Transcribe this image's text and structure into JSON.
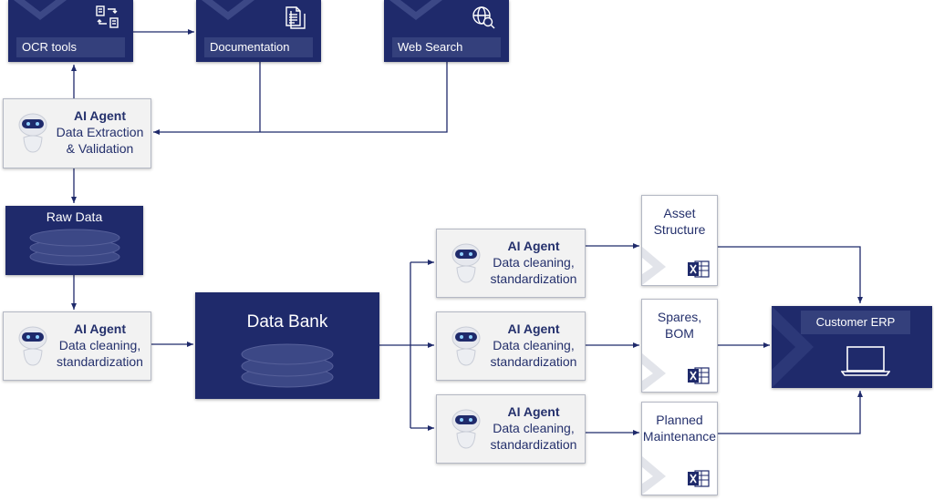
{
  "tools": {
    "ocr": {
      "label": "OCR tools",
      "icon": "document-compare-icon"
    },
    "documentation": {
      "label": "Documentation",
      "icon": "document-icon"
    },
    "web_search": {
      "label": "Web Search",
      "icon": "globe-search-icon"
    }
  },
  "extraction_agent": {
    "title": "AI Agent",
    "line1": "Data Extraction",
    "line2": "& Validation"
  },
  "raw_data": {
    "title": "Raw Data"
  },
  "cleaning_agent_left": {
    "title": "AI Agent",
    "line1": "Data cleaning,",
    "line2": "standardization"
  },
  "data_bank": {
    "title": "Data Bank"
  },
  "cleaning_agents": [
    {
      "title": "AI Agent",
      "line1": "Data cleaning,",
      "line2": "standardization"
    },
    {
      "title": "AI Agent",
      "line1": "Data cleaning,",
      "line2": "standardization"
    },
    {
      "title": "AI Agent",
      "line1": "Data cleaning,",
      "line2": "standardization"
    }
  ],
  "outputs": [
    {
      "line1": "Asset",
      "line2": "Structure",
      "icon": "excel-icon"
    },
    {
      "line1": "Spares,",
      "line2": "BOM",
      "icon": "excel-icon"
    },
    {
      "line1": "Planned",
      "line2": "Maintenance",
      "icon": "excel-icon"
    }
  ],
  "customer_erp": {
    "label": "Customer ERP",
    "icon": "laptop-icon"
  },
  "colors": {
    "navy": "#1f2a6b",
    "navy_light": "#34407c",
    "text": "#24306c",
    "agent_bg": "#f2f2f2",
    "excel": "#1f2a6b"
  }
}
